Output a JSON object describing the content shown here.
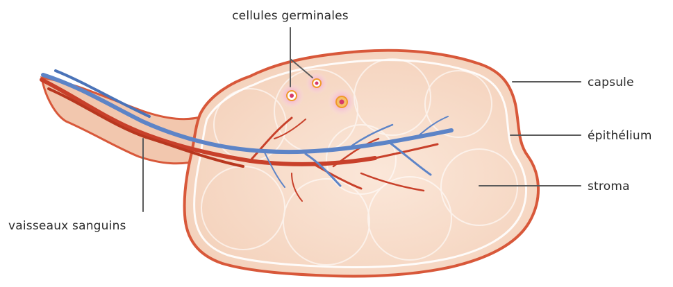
{
  "labels": {
    "germ_cells": "cellules germinales",
    "capsule": "capsule",
    "epithelium": "épithélium",
    "stroma": "stroma",
    "vessels": "vaisseaux sanguins"
  },
  "colors": {
    "capsule_outline": "#d8583a",
    "capsule_fill": "#f6d2bd",
    "stroma_fill": "#f9e3d4",
    "artery": "#c8402a",
    "vein": "#5d84c7",
    "germ_glow": "#f2a7c8",
    "germ_core": "#f09a2a",
    "label_text": "#2b2b2b"
  }
}
